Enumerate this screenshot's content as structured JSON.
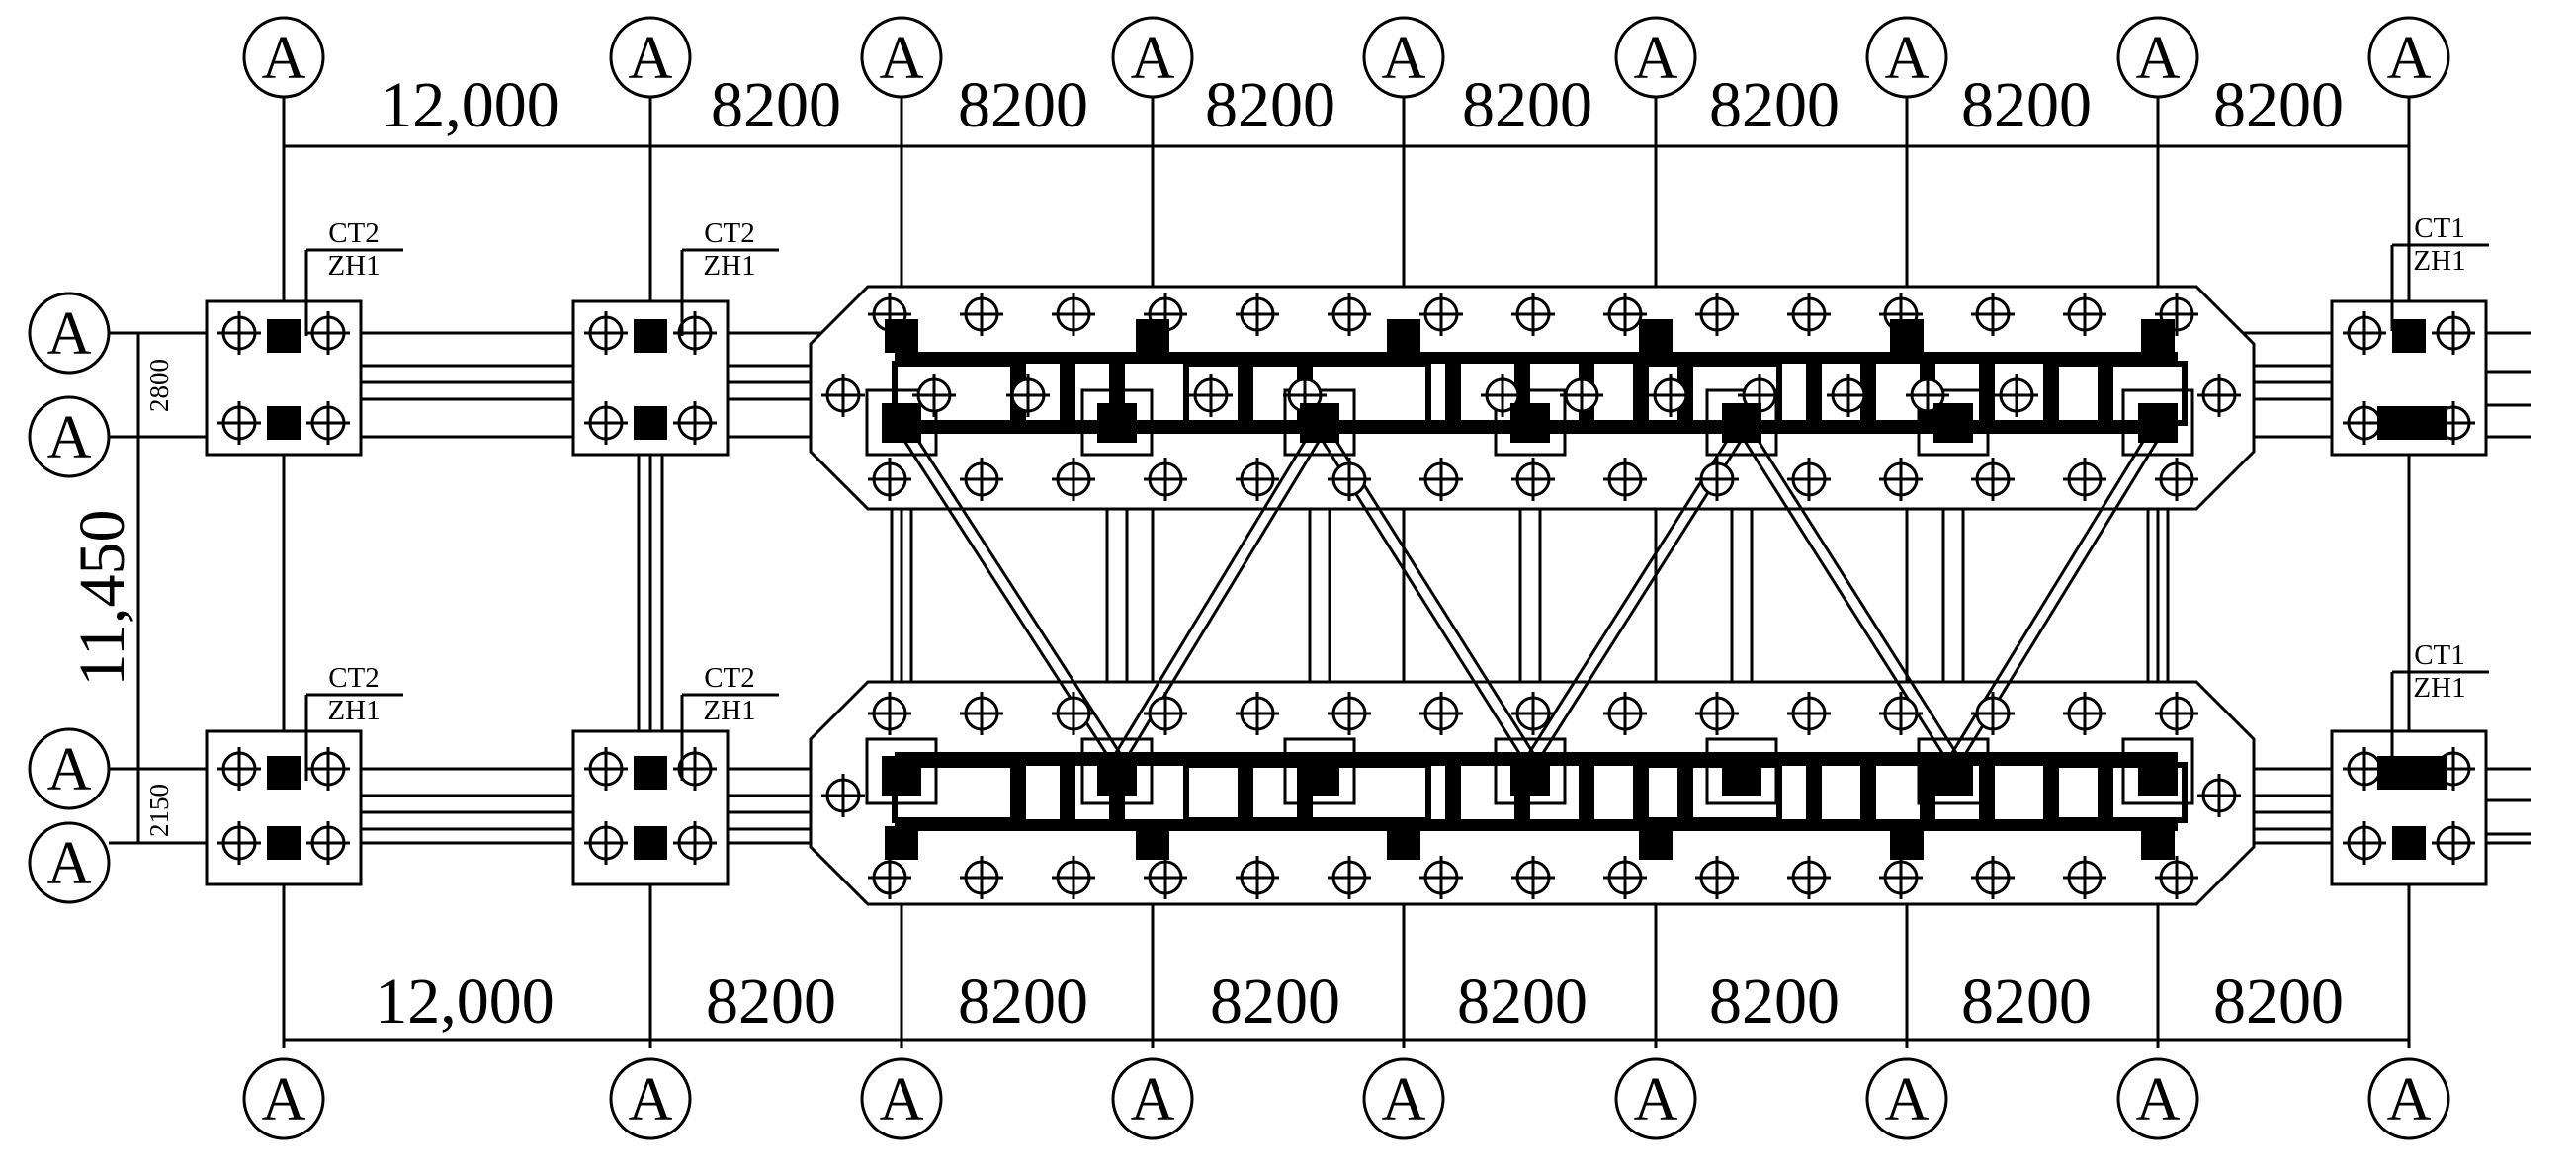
{
  "drawing": {
    "axis_bubble_label": "A",
    "top_dimensions": [
      "12,000",
      "8200",
      "8200",
      "8200",
      "8200",
      "8200",
      "8200",
      "8200"
    ],
    "bottom_dimensions": [
      "12,000",
      "8200",
      "8200",
      "8200",
      "8200",
      "8200",
      "8200",
      "8200"
    ],
    "overall_width_dimension": "11,450",
    "upper_pair_spacing": "2800",
    "lower_pair_spacing": "2150",
    "pile_cap_tags": [
      {
        "cap": "CT2",
        "pile": "ZH1"
      },
      {
        "cap": "CT2",
        "pile": "ZH1"
      },
      {
        "cap": "CT1",
        "pile": "ZH1"
      },
      {
        "cap": "CT2",
        "pile": "ZH1"
      },
      {
        "cap": "CT2",
        "pile": "ZH1"
      },
      {
        "cap": "CT1",
        "pile": "ZH1"
      }
    ],
    "colors": {
      "ink": "#000000",
      "paper": "#ffffff"
    }
  }
}
